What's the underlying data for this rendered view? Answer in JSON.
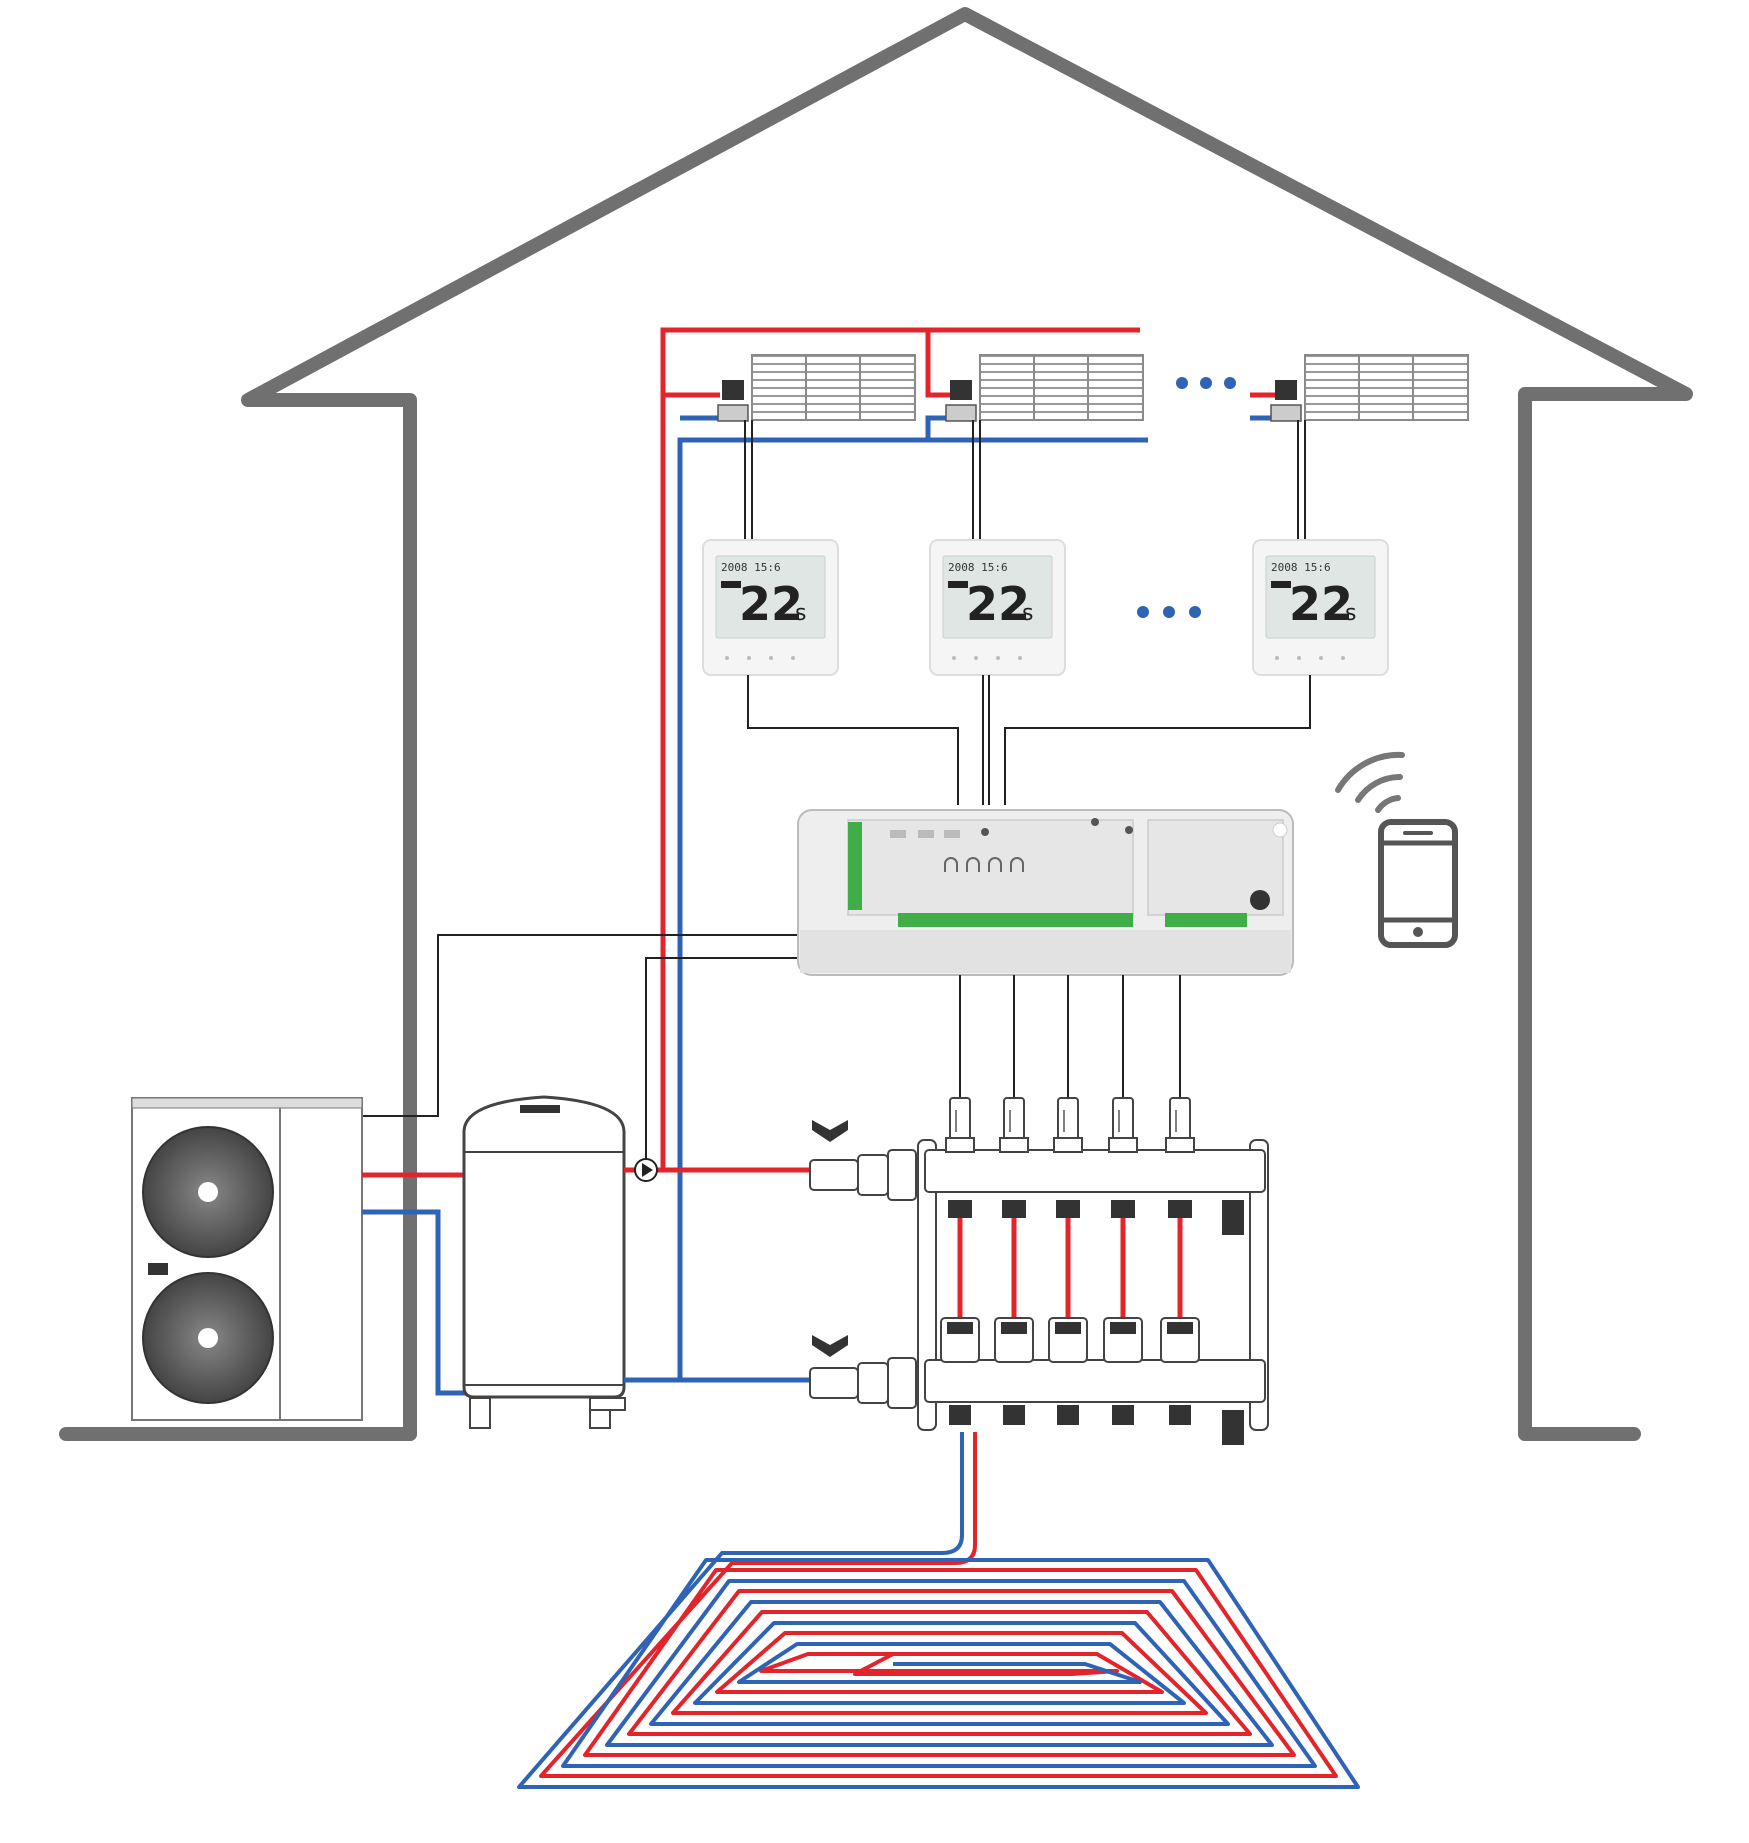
{
  "thermostat": {
    "date": "2008 15:6",
    "temperature": "22",
    "unit": "s"
  },
  "colors": {
    "hot_pipe": "#e3242b",
    "cold_pipe": "#2f63b6",
    "wire": "#222222",
    "house_outline": "#707070",
    "device_body": "#eeeeee",
    "device_outline": "#bbbbbb",
    "lcd": "#dfe6e3",
    "terminal": "#3fae49",
    "ellipsis_dots": "#2f63b6"
  },
  "icons": {
    "phone": "smartphone-icon",
    "wifi": "wifi-signal-icon",
    "pump": "circulation-pump-icon"
  }
}
